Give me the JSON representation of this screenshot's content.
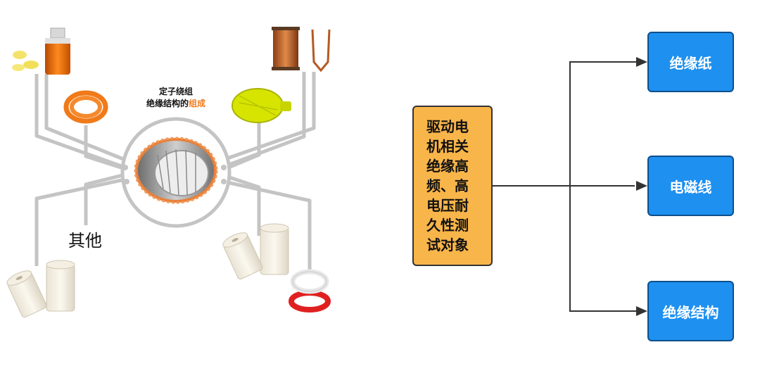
{
  "left_diagram": {
    "title_line1": "定子绕组",
    "title_line2_prefix": "绝缘结构的",
    "title_line2_highlight": "组成",
    "other_label": "其他",
    "items": [
      {
        "name": "insulating-varnish-bottle"
      },
      {
        "name": "orange-cable-coil"
      },
      {
        "name": "copper-magnet-wire-spool"
      },
      {
        "name": "yellow-thread-spool"
      },
      {
        "name": "insulation-paper-rolls-left"
      },
      {
        "name": "insulation-paper-rolls-right"
      },
      {
        "name": "red-white-wire-coil"
      },
      {
        "name": "stator-core"
      }
    ],
    "colors": {
      "connector": "#c4c4c4",
      "highlight": "#f07a1a",
      "stator_edge": "#e8803a"
    }
  },
  "flowchart": {
    "source_box": {
      "label": "驱动电机相关绝缘高频、高电压耐久性测试对象",
      "color": "#f8b54a"
    },
    "targets": [
      {
        "label": "绝缘纸"
      },
      {
        "label": "电磁线"
      },
      {
        "label": "绝缘结构"
      }
    ],
    "target_color": "#1e90f0"
  }
}
